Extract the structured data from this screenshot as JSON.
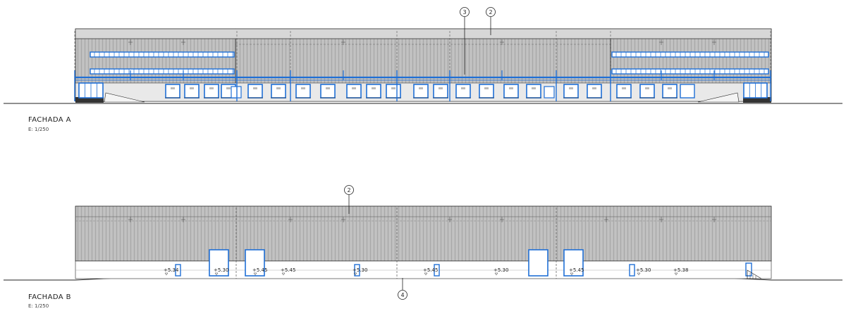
{
  "facade_a": {
    "title": "FACHADA A",
    "scale": "E: 1/250",
    "callouts": [
      "3",
      "2"
    ]
  },
  "facade_b": {
    "title": "FACHADA B",
    "scale": "E: 1/250",
    "callouts": [
      "2",
      "4"
    ],
    "levels": [
      "+5.34",
      "+5.30",
      "+5.45",
      "+5.45",
      "+5.30",
      "+5.45",
      "+5.30",
      "+5.45",
      "+5.30",
      "+5.38"
    ]
  },
  "colors": {
    "line": "#222222",
    "panel_fill": "#b8b8b8",
    "accent_blue": "#1f6fd6",
    "band_fill": "#e6e6e6"
  }
}
